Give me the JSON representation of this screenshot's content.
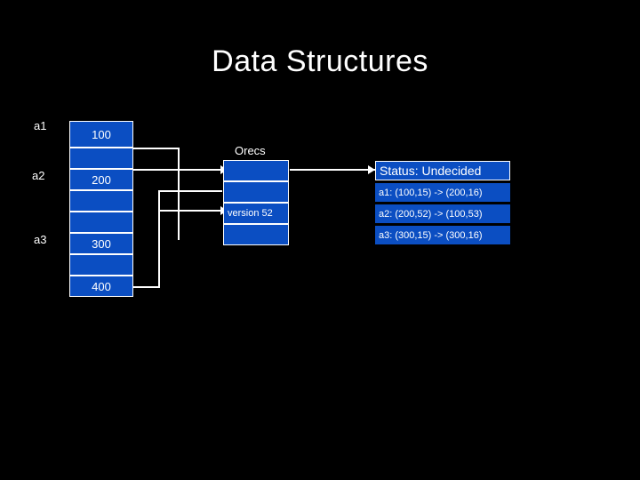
{
  "slide": {
    "title": "Data Structures",
    "background": "#000000",
    "accent": "#0b4ec2",
    "stroke": "#ffffff"
  },
  "memory_table": {
    "rows": [
      {
        "label": "a1",
        "value": "100"
      },
      {
        "label": "",
        "value": ""
      },
      {
        "label": "a2",
        "value": "200"
      },
      {
        "label": "",
        "value": ""
      },
      {
        "label": "",
        "value": ""
      },
      {
        "label": "a3",
        "value": "300"
      },
      {
        "label": "",
        "value": ""
      },
      {
        "label": "",
        "value": "400"
      }
    ]
  },
  "orecs": {
    "title": "Orecs",
    "cells": [
      {
        "text": ""
      },
      {
        "text": ""
      },
      {
        "text": "version 52"
      },
      {
        "text": ""
      }
    ]
  },
  "status_panel": {
    "status": "Status: Undecided",
    "entries": [
      "a1: (100,15) -> (200,16)",
      "a2: (200,52) -> (100,53)",
      "a3: (300,15) -> (300,16)"
    ]
  }
}
